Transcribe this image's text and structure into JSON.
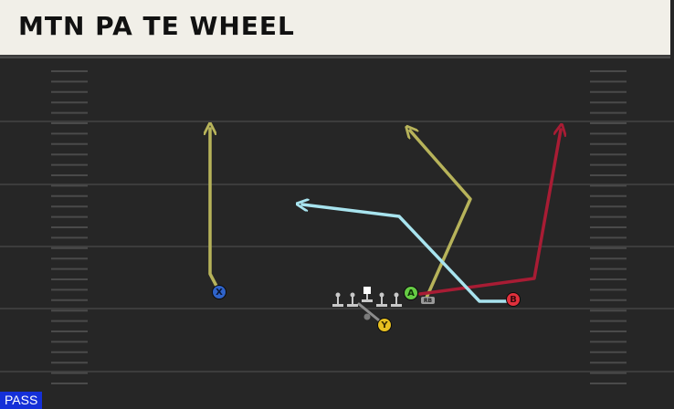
{
  "play": {
    "title": "MTN PA TE WHEEL",
    "type": "PASS"
  },
  "colors": {
    "field": "#262626",
    "yard_line": "#3c3c3c",
    "hash": "#4a4a4a",
    "route_yellow": "#b7b35a",
    "route_red": "#a81c34",
    "route_cyan": "#a8e4ef",
    "block": "#8c8c8c",
    "badge": "#1530d8"
  },
  "players": [
    {
      "id": "X",
      "label": "X",
      "fill": "#2f63c9",
      "text": "#0b1633"
    },
    {
      "id": "A",
      "label": "A",
      "fill": "#66cc44",
      "text": "#103308"
    },
    {
      "id": "B",
      "label": "B",
      "fill": "#e0303c",
      "text": "#3a0a0e"
    },
    {
      "id": "Y",
      "label": "Y",
      "fill": "#e8c020",
      "text": "#3a2d00"
    }
  ],
  "tags": {
    "rb": "RB"
  }
}
